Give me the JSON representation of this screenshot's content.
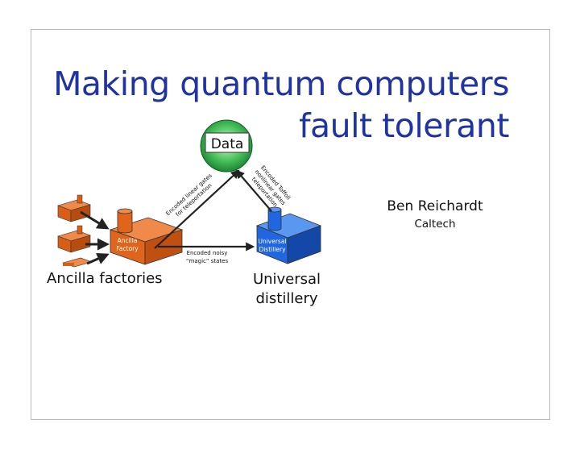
{
  "slide": {
    "title_line1": "Making quantum computers",
    "title_line2": "fault tolerant",
    "author": "Ben Reichardt",
    "affiliation": "Caltech"
  },
  "diagram": {
    "data_node": "Data",
    "ancilla_factory_line1": "Ancilla",
    "ancilla_factory_line2": "Factory",
    "universal_distillery_line1": "Universal",
    "universal_distillery_line2": "Distillery",
    "edge_linear_line1": "Encoded linear gates",
    "edge_linear_line2": "for teleportation",
    "edge_toffoli_line1": "Encoded Toffoli",
    "edge_toffoli_line2": "nonlinear gates",
    "edge_toffoli_line3": "teleportation",
    "edge_magic_line1": "Encoded noisy",
    "edge_magic_line2": "“magic” states",
    "caption_ancilla": "Ancilla factories",
    "caption_universal_line1": "Universal",
    "caption_universal_line2": "distillery"
  },
  "colors": {
    "title": "#1f33a3",
    "ancilla_orange": "#e0641a",
    "distillery_blue": "#1f66e0",
    "data_green": "#1a9a3a"
  }
}
